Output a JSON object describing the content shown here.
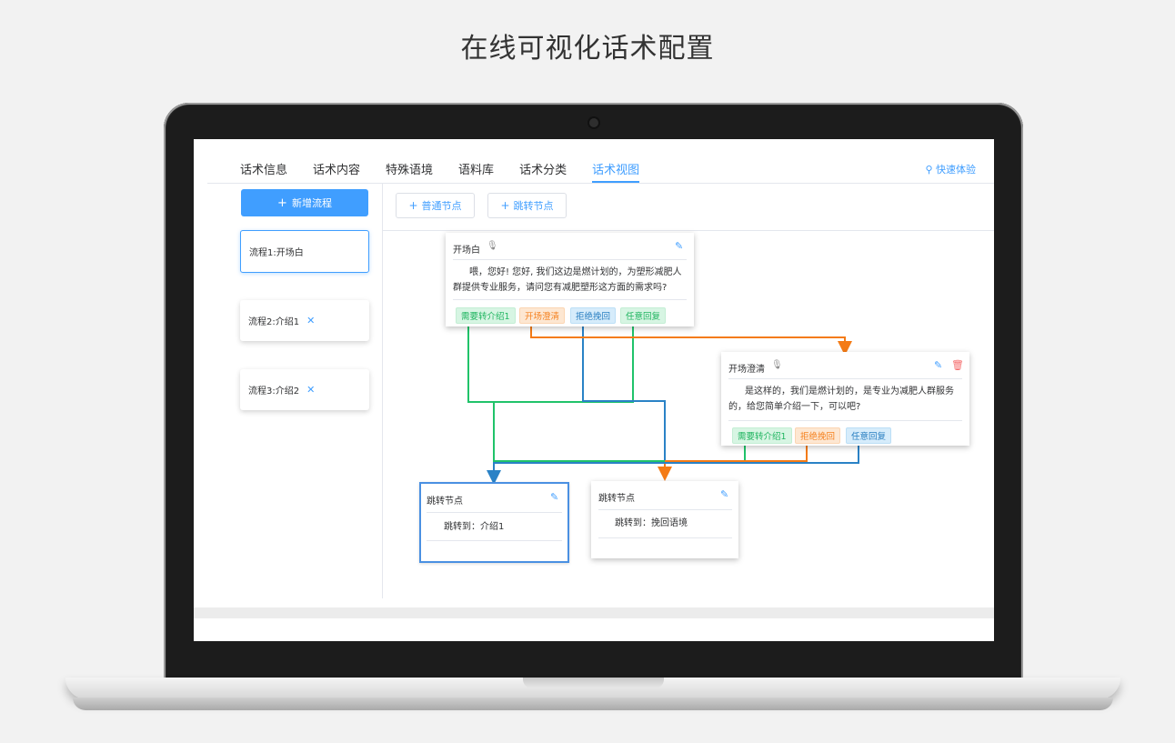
{
  "page_title": "在线可视化话术配置",
  "tabs": [
    {
      "label": "话术信息"
    },
    {
      "label": "话术内容"
    },
    {
      "label": "特殊语境"
    },
    {
      "label": "语料库"
    },
    {
      "label": "话术分类"
    },
    {
      "label": "话术视图",
      "active": true
    }
  ],
  "quick_try": {
    "icon": "search-icon",
    "label": "快速体验"
  },
  "sidebar": {
    "add_flow_label": "新增流程",
    "flows": [
      {
        "label": "流程1:开场白",
        "active": true
      },
      {
        "label": "流程2:介绍1",
        "closable": true
      },
      {
        "label": "流程3:介绍2",
        "closable": true
      }
    ]
  },
  "toolbar": {
    "normal_node_label": "普通节点",
    "jump_node_label": "跳转节点"
  },
  "nodes": {
    "opening": {
      "title": "开场白",
      "text": "喂，您好! 您好, 我们这边是燃计划的，为塑形减肥人群提供专业服务，请问您有减肥塑形这方面的需求吗?",
      "tags": [
        "需要转介绍1",
        "开场澄清",
        "拒绝挽回",
        "任意回复"
      ]
    },
    "clarify": {
      "title": "开场澄清",
      "text": "是这样的，我们是燃计划的，是专业为减肥人群服务的，给您简单介绍一下，可以吧?",
      "tags": [
        "需要转介绍1",
        "拒绝挽回",
        "任意回复"
      ]
    },
    "jump1": {
      "title": "跳转节点",
      "text": "跳转到：介绍1"
    },
    "jump2": {
      "title": "跳转节点",
      "text": "跳转到：挽回语境"
    }
  },
  "colors": {
    "accent": "#409eff",
    "green": "#20c36a",
    "orange": "#f47b16",
    "blue": "#2a82c6"
  }
}
